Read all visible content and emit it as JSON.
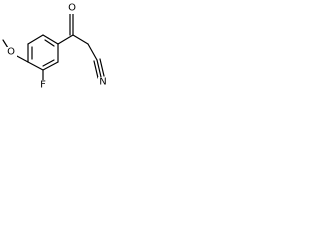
{
  "molecule": {
    "atoms": {
      "carbonyl_oxygen": "O",
      "nitrile_nitrogen": "N",
      "fluorine": "F",
      "methoxy_oxygen": "O"
    }
  },
  "colors": {
    "bond": "#000000",
    "label": "#000000",
    "background": "#ffffff"
  }
}
